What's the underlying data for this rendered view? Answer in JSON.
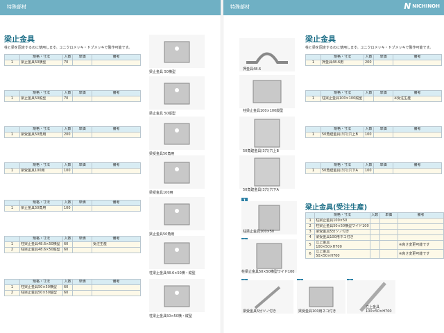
{
  "header": {
    "left_label": "特殊部材",
    "right_label": "特殊部材",
    "logo_text": "NICHINOH"
  },
  "left": {
    "title": "梁止金具",
    "subtitle": "柱と梁を固定するのに使用します。ユニクロメッキ・ドブメッキで製作可能です。",
    "table_header": [
      "",
      "規格・寸法",
      "入数",
      "単価",
      "備考"
    ],
    "tables": [
      {
        "rows": [
          [
            "1",
            "梁止金具50横型",
            "70",
            "",
            ""
          ]
        ],
        "caption": "梁止金具 50横型"
      },
      {
        "rows": [
          [
            "1",
            "梁止金具50縦型",
            "70",
            "",
            ""
          ]
        ],
        "caption": "梁止金具 50縦型"
      },
      {
        "rows": [
          [
            "1",
            "梁受金具50角用",
            "200",
            "",
            ""
          ]
        ],
        "caption": "梁受金具50角用"
      },
      {
        "rows": [
          [
            "1",
            "梁受金具100用",
            "100",
            "",
            ""
          ]
        ],
        "caption": "梁受金具100用"
      },
      {
        "rows": [
          [
            "1",
            "梁止金具50角用",
            "100",
            "",
            ""
          ]
        ],
        "caption": "梁止金具50角用"
      },
      {
        "rows": [
          [
            "1",
            "柱梁止金具48.6×50横型",
            "60",
            "",
            "受注生産"
          ],
          [
            "2",
            "柱梁止金具48.6×50縦型",
            "60",
            "",
            ""
          ]
        ],
        "caption": "柱梁止金具48.6×50横・縦型"
      },
      {
        "rows": [
          [
            "1",
            "柱梁止金具50×50横型",
            "60",
            "",
            ""
          ],
          [
            "2",
            "柱梁止金具50×50縦型",
            "60",
            "",
            ""
          ]
        ],
        "caption": "柱梁止金具50×50横・縦型"
      }
    ]
  },
  "middle": {
    "captions": [
      "押金具48.6",
      "柱梁止金具100×100縦型",
      "50角建金具(3穴)穴上B",
      "50角建金具(3穴)穴下A"
    ],
    "numbered": [
      {
        "n": "1",
        "caption": "柱梁止金具100×50"
      },
      {
        "n": "2",
        "caption": "柱梁止金具50×50横型ワイド100"
      },
      {
        "n": "3",
        "caption": "梁受金具5分ツノ付き"
      },
      {
        "n": "4",
        "caption": "梁受金具100用ネコ付き"
      },
      {
        "n": "5",
        "caption": "立上金具\n100×50×H700"
      }
    ]
  },
  "right": {
    "title": "梁止金具",
    "subtitle": "柱と梁を固定するのに使用します。ユニクロメッキ・ドブメッキで製作可能です。",
    "table_header": [
      "",
      "規格・寸法",
      "入数",
      "単価",
      "備考"
    ],
    "tables": [
      {
        "rows": [
          [
            "1",
            "押金具48.6用",
            "200",
            "",
            ""
          ]
        ]
      },
      {
        "rows": [
          [
            "1",
            "柱梁止金具100×100縦型",
            "",
            "",
            "※受注生産"
          ]
        ]
      },
      {
        "rows": [
          [
            "1",
            "50角建金具(3穴)穴上B",
            "100",
            "",
            ""
          ]
        ]
      },
      {
        "rows": [
          [
            "1",
            "50角建金具(3穴)穴下A",
            "100",
            "",
            ""
          ]
        ]
      }
    ],
    "order_title": "梁止金具(受注生産)",
    "order_header": [
      "",
      "規格・寸法",
      "入数",
      "単価",
      "備考"
    ],
    "order_rows": [
      [
        "1",
        "柱梁止金具100×50",
        "",
        "",
        ""
      ],
      [
        "2",
        "柱梁止金具50×50横型ワイド100",
        "",
        "",
        ""
      ],
      [
        "3",
        "梁受金具5分ツノ付き",
        "",
        "",
        ""
      ],
      [
        "4",
        "梁受金具100用ネコ付き",
        "",
        "",
        ""
      ],
      [
        "5",
        "立上金具\n100×50×H700",
        "",
        "",
        "※高さ変更可能です"
      ],
      [
        "6",
        "立上金具\n50×50×H700",
        "",
        "",
        "※高さ変更可能です"
      ]
    ]
  }
}
